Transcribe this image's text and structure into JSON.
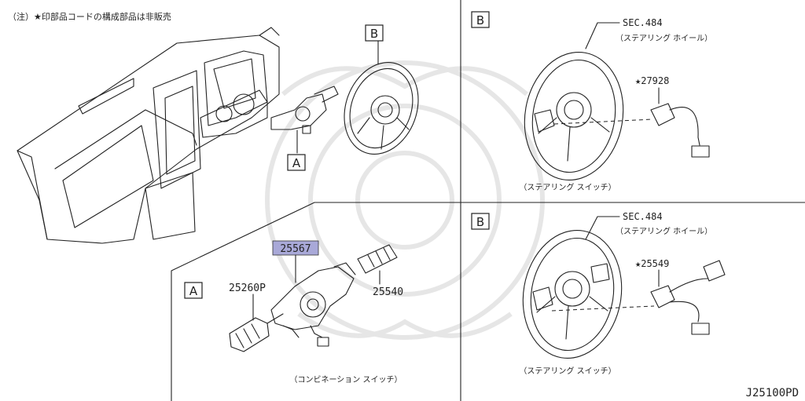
{
  "note": "（注）★印部品コードの構成部品は非販売",
  "diagram_id": "J25100PD",
  "callouts": {
    "overview_a": "A",
    "overview_b": "B",
    "panel_a": "A",
    "panel_b1": "B",
    "panel_b2": "B"
  },
  "panel_a": {
    "caption": "（コンビネーション スイッチ）",
    "parts": {
      "highlighted": "25567",
      "left": "25260P",
      "right": "25540"
    }
  },
  "panel_b1": {
    "sec_ref": "SEC.484",
    "sec_desc": "（ステアリング ホイール）",
    "part": "★27928",
    "caption": "（ステアリング スイッチ）"
  },
  "panel_b2": {
    "sec_ref": "SEC.484",
    "sec_desc": "（ステアリング ホイール）",
    "part": "★25549",
    "caption": "（ステアリング スイッチ）"
  },
  "colors": {
    "line": "#222222",
    "highlight": "#a9a9d8",
    "watermark": "#e6e6e6"
  }
}
